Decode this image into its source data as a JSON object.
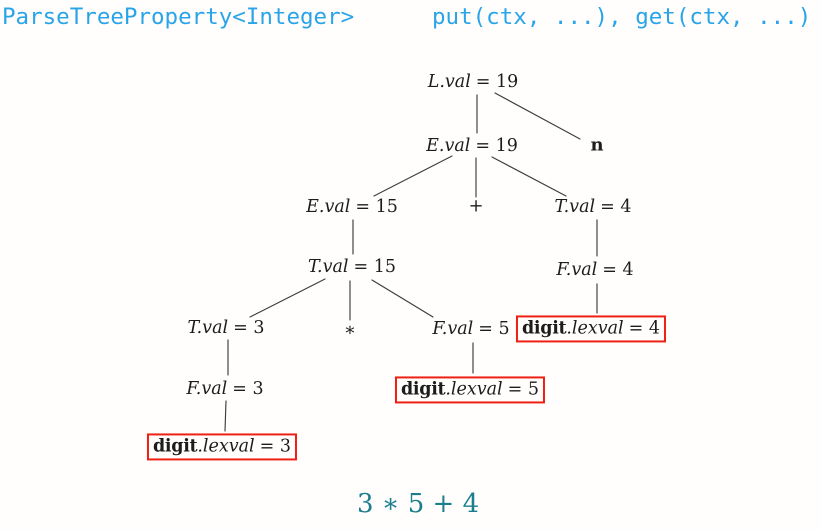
{
  "header": {
    "left_code": "ParseTreeProperty<Integer>",
    "right_code": "put(ctx, ...), get(ctx, ...)"
  },
  "footer": {
    "expression": "3 ∗ 5 + 4"
  },
  "colors": {
    "code_blue": "#2aa4e8",
    "expr_teal": "#1b7e8e",
    "box_red": "#ee2013",
    "ink": "#1c1c1c",
    "ink_line": "#3d3d3d"
  },
  "tree": {
    "description": "annotated parse tree",
    "nodes": {
      "l": {
        "name": "L.val",
        "eq": "= 19"
      },
      "e19": {
        "name": "E.val",
        "eq": "= 19"
      },
      "n": {
        "label": "n"
      },
      "e15": {
        "name": "E.val",
        "eq": "= 15"
      },
      "plus": {
        "label": "+"
      },
      "t4": {
        "name": "T.val",
        "eq": "= 4"
      },
      "t15": {
        "name": "T.val",
        "eq": "= 15"
      },
      "f4": {
        "name": "F.val",
        "eq": "= 4"
      },
      "t3": {
        "name": "T.val",
        "eq": "= 3"
      },
      "star": {
        "label": "∗"
      },
      "f5": {
        "name": "F.val",
        "eq": "= 5"
      },
      "digit4": {
        "bold": "digit",
        "italic": ".lexval",
        "eq": "= 4"
      },
      "f3": {
        "name": "F.val",
        "eq": "= 3"
      },
      "digit5": {
        "bold": "digit",
        "italic": ".lexval",
        "eq": "= 5"
      },
      "digit3": {
        "bold": "digit",
        "italic": ".lexval",
        "eq": "= 3"
      }
    }
  }
}
